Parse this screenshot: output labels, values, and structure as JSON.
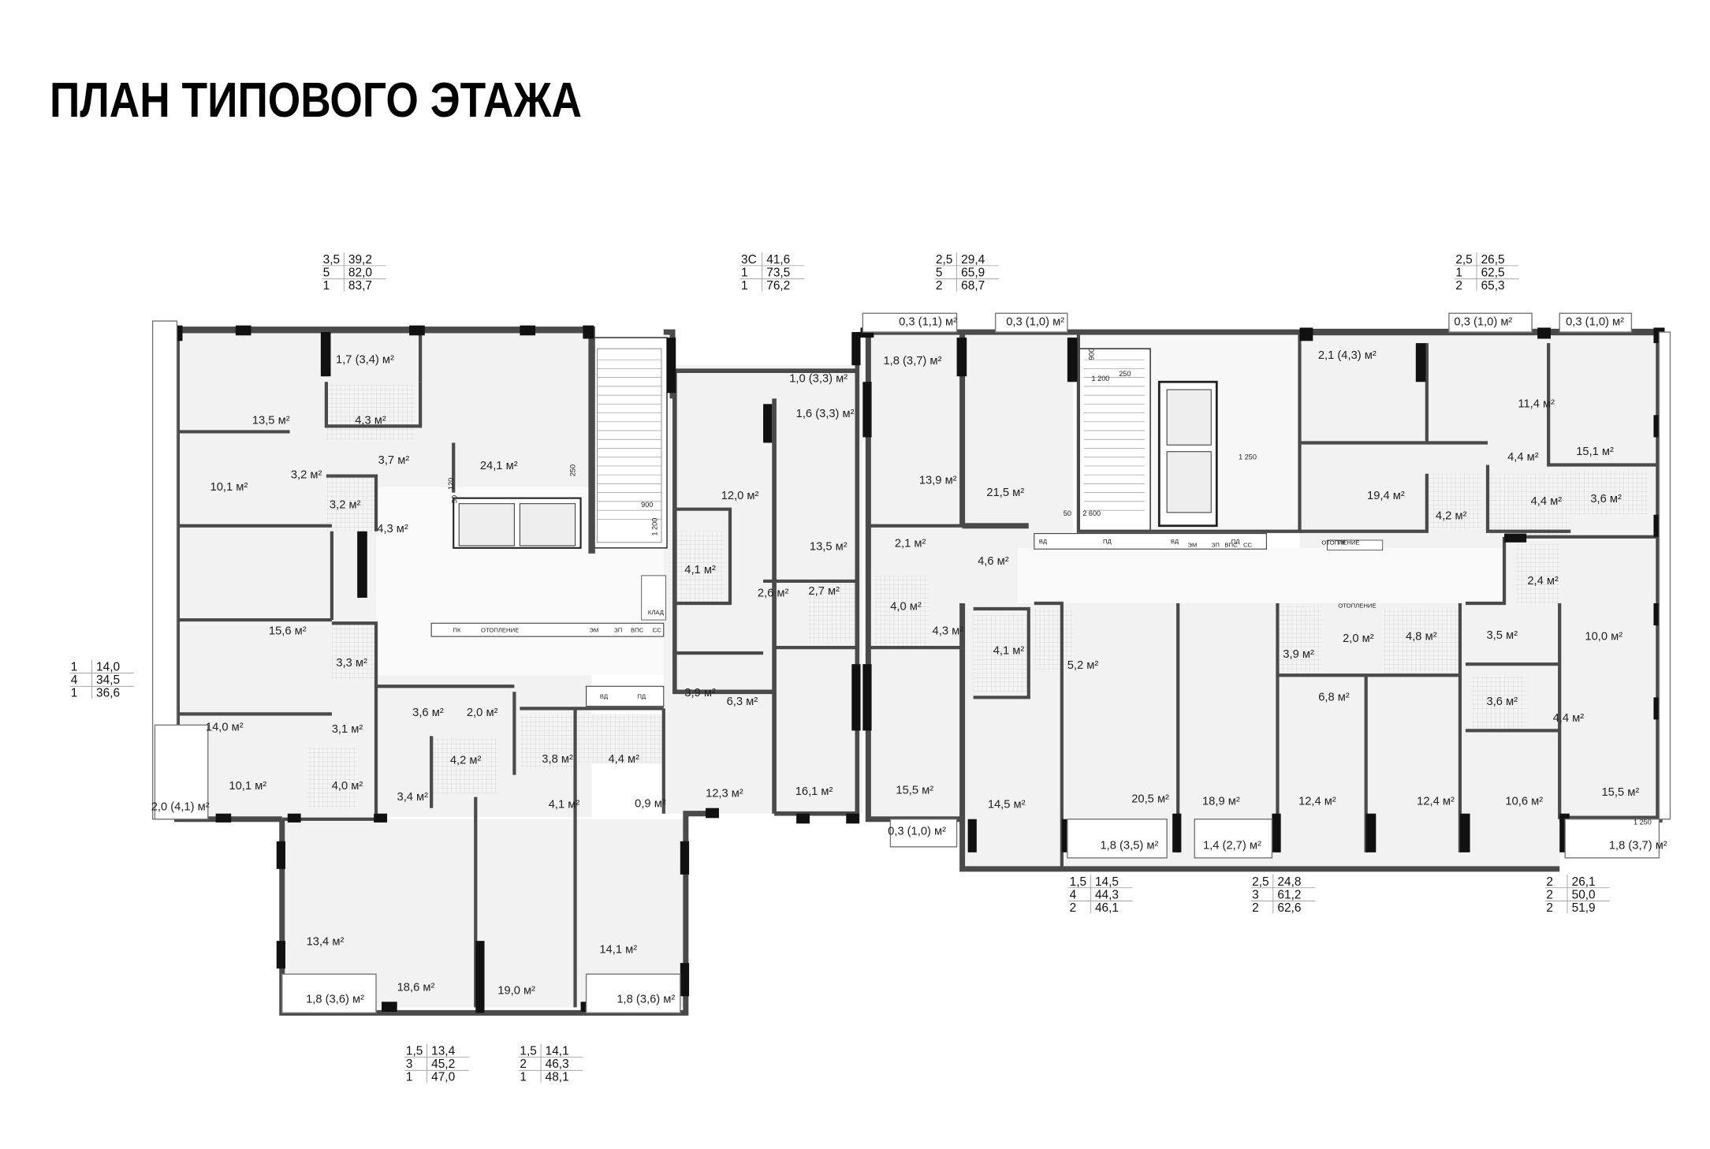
{
  "title": "ПЛАН ТИПОВОГО ЭТАЖА",
  "colors": {
    "wall": "#4a4a4a",
    "column": "#111111",
    "room_fill": "#f1f1f1",
    "line": "#9a9a9a",
    "text": "#1a1a1a"
  },
  "apartments": [
    {
      "id": "apt-top-left",
      "rows": [
        [
          "3,5",
          "39,2"
        ],
        [
          "5",
          "82,0"
        ],
        [
          "1",
          "83,7"
        ]
      ]
    },
    {
      "id": "apt-top-center",
      "rows": [
        [
          "3С",
          "41,6"
        ],
        [
          "1",
          "73,5"
        ],
        [
          "1",
          "76,2"
        ]
      ]
    },
    {
      "id": "apt-top-middle",
      "rows": [
        [
          "2,5",
          "29,4"
        ],
        [
          "5",
          "65,9"
        ],
        [
          "2",
          "68,7"
        ]
      ]
    },
    {
      "id": "apt-top-right",
      "rows": [
        [
          "2,5",
          "26,5"
        ],
        [
          "1",
          "62,5"
        ],
        [
          "2",
          "65,3"
        ]
      ]
    },
    {
      "id": "apt-left",
      "rows": [
        [
          "1",
          "14,0"
        ],
        [
          "4",
          "34,5"
        ],
        [
          "1",
          "36,6"
        ]
      ]
    },
    {
      "id": "apt-bottom-1",
      "rows": [
        [
          "1,5",
          "13,4"
        ],
        [
          "3",
          "45,2"
        ],
        [
          "1",
          "47,0"
        ]
      ]
    },
    {
      "id": "apt-bottom-2",
      "rows": [
        [
          "1,5",
          "14,1"
        ],
        [
          "2",
          "46,3"
        ],
        [
          "1",
          "48,1"
        ]
      ]
    },
    {
      "id": "apt-bottom-3",
      "rows": [
        [
          "1,5",
          "14,5"
        ],
        [
          "4",
          "44,3"
        ],
        [
          "2",
          "46,1"
        ]
      ]
    },
    {
      "id": "apt-bottom-4",
      "rows": [
        [
          "2,5",
          "24,8"
        ],
        [
          "3",
          "61,2"
        ],
        [
          "2",
          "62,6"
        ]
      ]
    },
    {
      "id": "apt-bottom-5",
      "rows": [
        [
          "2",
          "26,1"
        ],
        [
          "2",
          "50,0"
        ],
        [
          "2",
          "51,9"
        ]
      ]
    }
  ],
  "rooms": [
    {
      "t": "1,7 (3,4) м²"
    },
    {
      "t": "13,5 м²"
    },
    {
      "t": "4,3 м²"
    },
    {
      "t": "3,7 м²"
    },
    {
      "t": "24,1 м²"
    },
    {
      "t": "10,1 м²"
    },
    {
      "t": "3,2 м²"
    },
    {
      "t": "3,2 м²"
    },
    {
      "t": "4,3 м²"
    },
    {
      "t": "15,6 м²"
    },
    {
      "t": "14,0 м²"
    },
    {
      "t": "3,3 м²"
    },
    {
      "t": "3,1 м²"
    },
    {
      "t": "10,1 м²"
    },
    {
      "t": "4,0 м²"
    },
    {
      "t": "2,0 (4,1) м²"
    },
    {
      "t": "3,6 м²"
    },
    {
      "t": "2,0 м²"
    },
    {
      "t": "4,2 м²"
    },
    {
      "t": "3,4 м²"
    },
    {
      "t": "3,8 м²"
    },
    {
      "t": "4,4 м²"
    },
    {
      "t": "4,1 м²"
    },
    {
      "t": "0,9 м²"
    },
    {
      "t": "13,4 м²"
    },
    {
      "t": "18,6 м²"
    },
    {
      "t": "19,0 м²"
    },
    {
      "t": "14,1 м²"
    },
    {
      "t": "1,8 (3,6) м²"
    },
    {
      "t": "1,8 (3,6) м²"
    },
    {
      "t": "1,0 (3,3) м²"
    },
    {
      "t": "1,6 (3,3) м²"
    },
    {
      "t": "12,0 м²"
    },
    {
      "t": "13,5 м²"
    },
    {
      "t": "4,1 м²"
    },
    {
      "t": "2,6 м²"
    },
    {
      "t": "2,7 м²"
    },
    {
      "t": "3,9 м²"
    },
    {
      "t": "6,3 м²"
    },
    {
      "t": "12,3 м²"
    },
    {
      "t": "16,1 м²"
    },
    {
      "t": "0,3 (1,1) м²"
    },
    {
      "t": "0,3 (1,0) м²"
    },
    {
      "t": "1,8 (3,7) м²"
    },
    {
      "t": "13,9 м²"
    },
    {
      "t": "21,5 м²"
    },
    {
      "t": "2,1 м²"
    },
    {
      "t": "4,6 м²"
    },
    {
      "t": "4,0 м²"
    },
    {
      "t": "4,3 м²"
    },
    {
      "t": "15,5 м²"
    },
    {
      "t": "0,3 (1,0) м²"
    },
    {
      "t": "4,1 м²"
    },
    {
      "t": "5,2 м²"
    },
    {
      "t": "14,5 м²"
    },
    {
      "t": "20,5 м²"
    },
    {
      "t": "18,9 м²"
    },
    {
      "t": "1,8 (3,5) м²"
    },
    {
      "t": "1,4 (2,7) м²"
    },
    {
      "t": "2,1 (4,3) м²"
    },
    {
      "t": "19,4 м²"
    },
    {
      "t": "0,3 (1,0) м²"
    },
    {
      "t": "0,3 (1,0) м²"
    },
    {
      "t": "11,4 м²"
    },
    {
      "t": "15,1 м²"
    },
    {
      "t": "4,4 м²"
    },
    {
      "t": "4,2 м²"
    },
    {
      "t": "4,4 м²"
    },
    {
      "t": "3,6 м²"
    },
    {
      "t": "2,4 м²"
    },
    {
      "t": "10,0 м²"
    },
    {
      "t": "3,9 м²"
    },
    {
      "t": "2,0 м²"
    },
    {
      "t": "4,8 м²"
    },
    {
      "t": "3,5 м²"
    },
    {
      "t": "6,8 м²"
    },
    {
      "t": "3,6 м²"
    },
    {
      "t": "4,4 м²"
    },
    {
      "t": "12,4 м²"
    },
    {
      "t": "12,4 м²"
    },
    {
      "t": "10,6 м²"
    },
    {
      "t": "15,5 м²"
    },
    {
      "t": "1,8 (3,7) м²"
    }
  ],
  "dims": [
    "250",
    "120",
    "50",
    "900",
    "1 200",
    "900",
    "1 200",
    "250",
    "50",
    "2 600",
    "1 250",
    "1 250"
  ],
  "service_labels": [
    "ВД",
    "ПД",
    "ВД",
    "ПД",
    "ВД",
    "ПД",
    "ЭМ",
    "ЗП",
    "ВПС",
    "СС",
    "ЭМ",
    "ЗП",
    "ВПС",
    "СС",
    "ПК",
    "ОТОПЛЕНИЕ",
    "ОТОПЛЕНИЕ",
    "ОТОПЛЕНИЕ",
    "ПК",
    "КЛАД"
  ]
}
